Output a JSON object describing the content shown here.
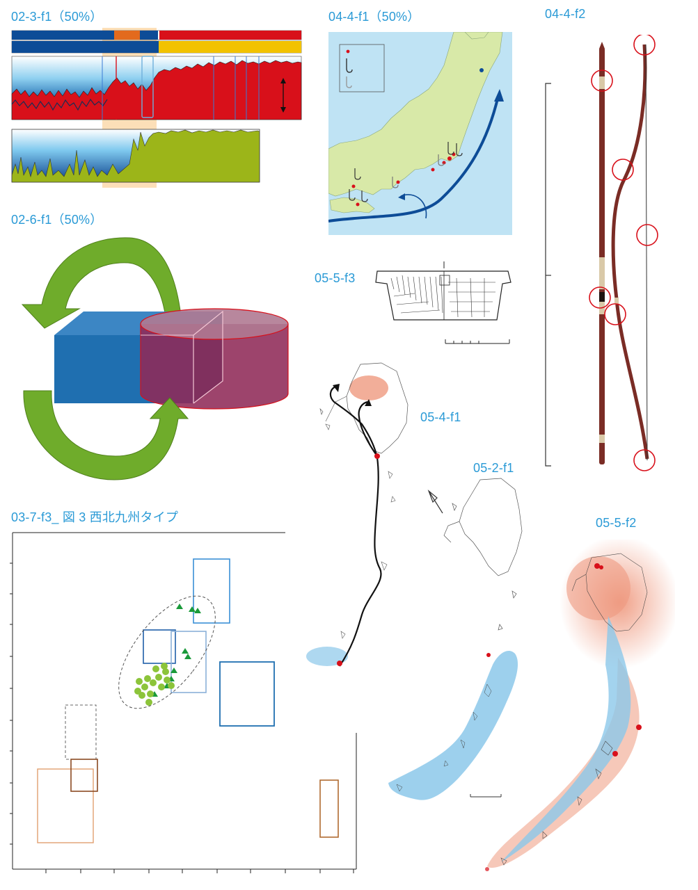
{
  "captions": {
    "f1": "02-3-f1（50%）",
    "f2": "04-4-f1（50%）",
    "f3": "04-4-f2",
    "f4": "02-6-f1（50%）",
    "f5": "05-5-f3",
    "f6": "05-4-f1",
    "f7": "05-2-f1",
    "f8": "03-7-f3_ 図 3 西北九州タイプ",
    "f9": "05-5-f2"
  },
  "colors": {
    "caption": "#2a9ad6",
    "ocean_blue": "#0d4c97",
    "signal_red": "#d8101a",
    "olive": "#9cb519",
    "orange_band": "#f7b25c",
    "arrow_green": "#6fac2b",
    "box_blue": "#1f6fb0",
    "cylinder_maroon": "#8f2a58",
    "map_land": "#d8e9a8",
    "map_sea": "#bfe3f4",
    "bow_brown": "#7a2c25",
    "heat_red": "#ef9a80",
    "heat_blue": "#8cc8ea"
  },
  "icons": {
    "map_legend_symbols": [
      "red-dot-icon",
      "fishhook-icon",
      "fishhook-gray-icon"
    ],
    "north_arrow": "north-arrow-icon"
  }
}
